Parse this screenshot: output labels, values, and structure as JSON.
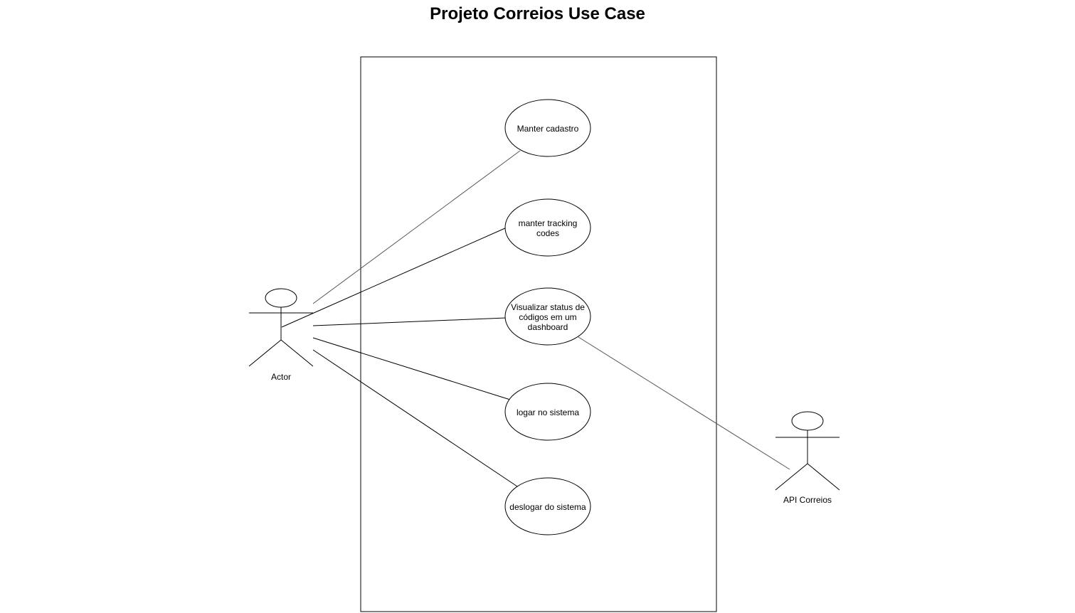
{
  "title": "Projeto Correios Use Case",
  "actors": {
    "user": {
      "label": "Actor"
    },
    "api": {
      "label": "API Correios"
    }
  },
  "use_cases": [
    {
      "id": "manter-cadastro",
      "lines": [
        "Manter cadastro"
      ]
    },
    {
      "id": "manter-tracking-codes",
      "lines": [
        "manter tracking",
        "codes"
      ]
    },
    {
      "id": "visualizar-status",
      "lines": [
        "Visualizar status de",
        "códigos em um",
        "dashboard"
      ]
    },
    {
      "id": "logar",
      "lines": [
        "logar no sistema"
      ]
    },
    {
      "id": "deslogar",
      "lines": [
        "deslogar do sistema"
      ]
    }
  ]
}
